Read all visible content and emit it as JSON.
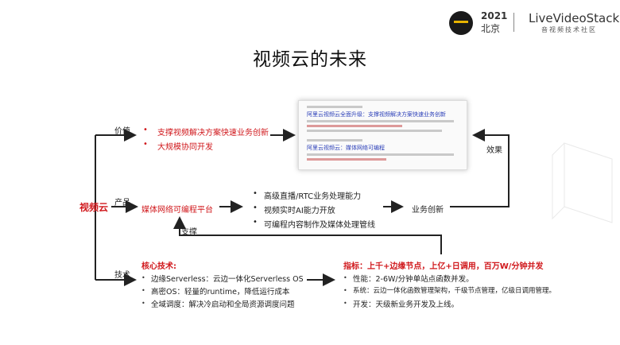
{
  "header": {
    "title": "视频云的未来",
    "event_year": "2021",
    "event_city": "北京",
    "brand": "LiveVideoStack",
    "brand_sub": "音视频技术社区"
  },
  "root": {
    "label": "视频云"
  },
  "branches": {
    "value": {
      "label": "价值",
      "items": [
        "支撑视频解决方案快速业务创新",
        "大规模协同开发"
      ]
    },
    "product": {
      "label": "产品",
      "platform": "媒体网络可编程平台",
      "capabilities": [
        "高级直播/RTC业务处理能力",
        "视频实时AI能力开放",
        "可编程内容制作及媒体处理管线"
      ],
      "outcome": "业务创新",
      "effect_label": "效果",
      "support_label": "支撑"
    },
    "tech": {
      "label": "技术",
      "core_title": "核心技术:",
      "core_items": [
        "边缘Serverless：云边一体化Serverless OS",
        "高密OS：轻量的runtime，降低运行成本",
        "全域调度：解决冷启动和全局资源调度问题"
      ],
      "metrics_title": "指标：上千+边缘节点，上亿+日调用，百万W/分钟并发",
      "metrics_items": [
        "性能：2-6W/分钟单站点函数并发。",
        "系统：云边一体化函数管理架构，千级节点管理，亿级日调用管理。",
        "开发：天级新业务开发及上线。"
      ]
    }
  },
  "screenshot": {
    "headline1": "阿里云视频云全面升级：支撑视频解决方案快速业务创新",
    "headline2": "阿里云视频云：媒体网络可编程"
  },
  "colors": {
    "accent_red": "#d0171b",
    "line": "#222222"
  }
}
